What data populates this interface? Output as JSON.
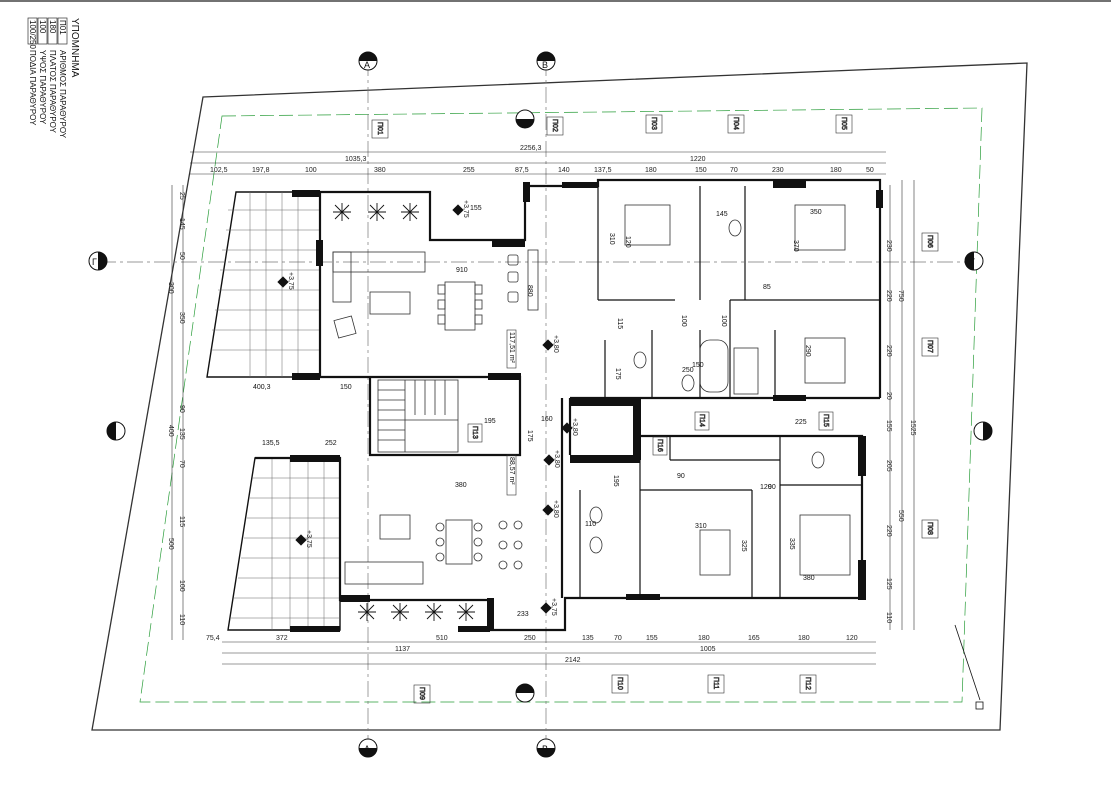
{
  "legend": {
    "title": "ΥΠΟΜΝΗΜΑ",
    "rows": [
      {
        "code": "Π01",
        "text": "ΑΡΙΘΜΟΣ ΠΑΡΑΘΥΡΟΥ"
      },
      {
        "code": "180",
        "text": "ΠΛΑΤΟΣ ΠΑΡΑΘΥΡΟΥ"
      },
      {
        "code": "100",
        "text": "ΥΨΟΣ ΠΑΡΑΘΥΡΟΥ"
      },
      {
        "code": "100/250",
        "text": "ΠΟΔΙΑ ΠΑΡΑΘΥΡΟΥ"
      }
    ]
  },
  "axes": {
    "A": "A",
    "B": "B",
    "G": "Γ",
    "D": "Δ"
  },
  "dims_top_row1": [
    "102,5",
    "197,8",
    "100",
    "380",
    "255",
    "87,5",
    "140",
    "137,5",
    "180",
    "150",
    "70",
    "230",
    "180",
    "50"
  ],
  "dims_top_totals": [
    "1035,3",
    "1220",
    "2256,3"
  ],
  "dims_bottom_row1": [
    "75,4",
    "372",
    "510",
    "250",
    "135",
    "70",
    "155",
    "180",
    "165",
    "180",
    "120"
  ],
  "dims_bottom_totals": [
    "1137",
    "1005",
    "2142"
  ],
  "dims_left": [
    "25",
    "145",
    "50",
    "350",
    "300",
    "90",
    "135",
    "70",
    "400",
    "500",
    "100",
    "110",
    "115"
  ],
  "dims_right": [
    "230",
    "220",
    "220",
    "20",
    "155",
    "205",
    "220",
    "125",
    "110",
    "1525",
    "750",
    "550"
  ],
  "dims_inner": [
    "400,3",
    "150",
    "135,5",
    "252",
    "155",
    "910",
    "880",
    "115",
    "100",
    "100",
    "120",
    "250",
    "175",
    "195",
    "160",
    "175",
    "195",
    "90",
    "380",
    "310",
    "325",
    "335",
    "380",
    "310",
    "370",
    "290",
    "350",
    "150",
    "145",
    "120",
    "85",
    "110",
    "90",
    "225",
    "233"
  ],
  "levels": [
    "+3,75",
    "+3,80",
    "+3,75",
    "+3,80",
    "+3,80",
    "+3,75",
    "+3,75",
    "+3,80"
  ],
  "areas": [
    "117,51 m²",
    "88,57 m²"
  ],
  "windows": [
    "Π01",
    "Π02",
    "Π03",
    "Π04",
    "Π05",
    "Π06",
    "Π07",
    "Π08",
    "Π09",
    "Π10",
    "Π11",
    "Π12",
    "Π13",
    "Π14",
    "Π15",
    "Π16"
  ]
}
